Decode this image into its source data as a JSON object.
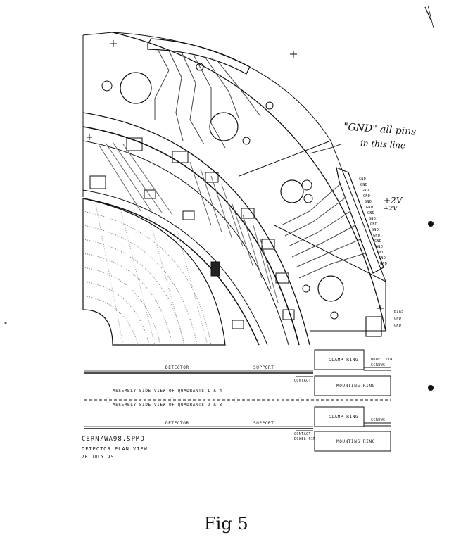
{
  "handwriting": {
    "gnd_note_line1": "\"GND\" all pins",
    "gnd_note_line2": "in this line",
    "voltage_top": "+2V",
    "voltage_bottom": "+2V",
    "figure_label": "Fig 5"
  },
  "title_block": {
    "line1": "CERN/WA98.SPMD",
    "line2": "DETECTOR PLAN VIEW",
    "line3": "26 JULY 95"
  },
  "side_views": {
    "quadrants_1_4": "ASSEMBLY SIDE VIEW OF QUADRANTS 1 & 4",
    "quadrants_2_3": "ASSEMBLY SIDE VIEW OF QUADRANTS 2 & 3",
    "detector": "DETECTOR",
    "support": "SUPPORT",
    "clamp_ring": "CLAMP RING",
    "mounting_ring": "MOUNTING RING",
    "dowel_pin": "DOWEL PIN",
    "screws": "SCREWS",
    "contact": "CONTACT",
    "screws_alt": "SCREWS"
  },
  "connector_labels": {
    "right_pins": [
      "GND",
      "GND",
      "GND",
      "GND",
      "GND",
      "GND",
      "GND",
      "GND",
      "GND",
      "GND",
      "GND",
      "GND",
      "GND",
      "GND",
      "GND",
      "GND"
    ],
    "bottom_right": [
      "BIAS",
      "GND",
      "GND"
    ]
  }
}
